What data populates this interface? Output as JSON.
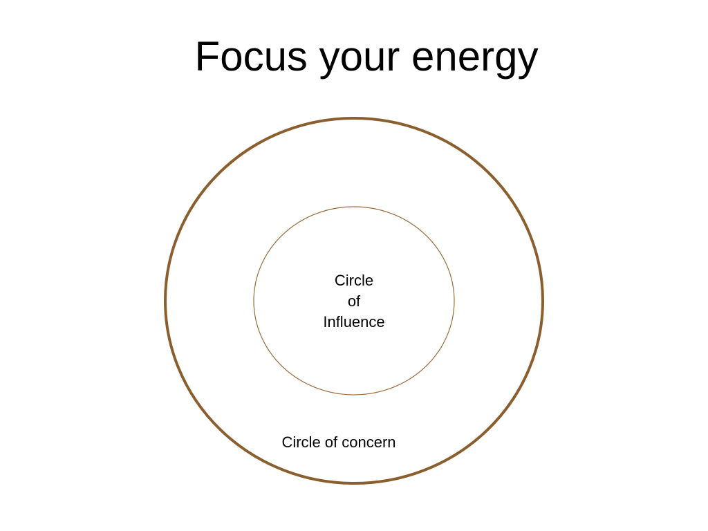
{
  "slide": {
    "title": "Focus your energy"
  },
  "diagram": {
    "inner_circle": {
      "label_lines": [
        "Circle",
        "of",
        "Influence"
      ]
    },
    "outer_circle": {
      "label": "Circle of concern"
    },
    "colors": {
      "outer_stroke": "#8B5E2E",
      "inner_stroke": "#9A6A3A",
      "text": "#000000",
      "background": "#FFFFFF"
    }
  }
}
